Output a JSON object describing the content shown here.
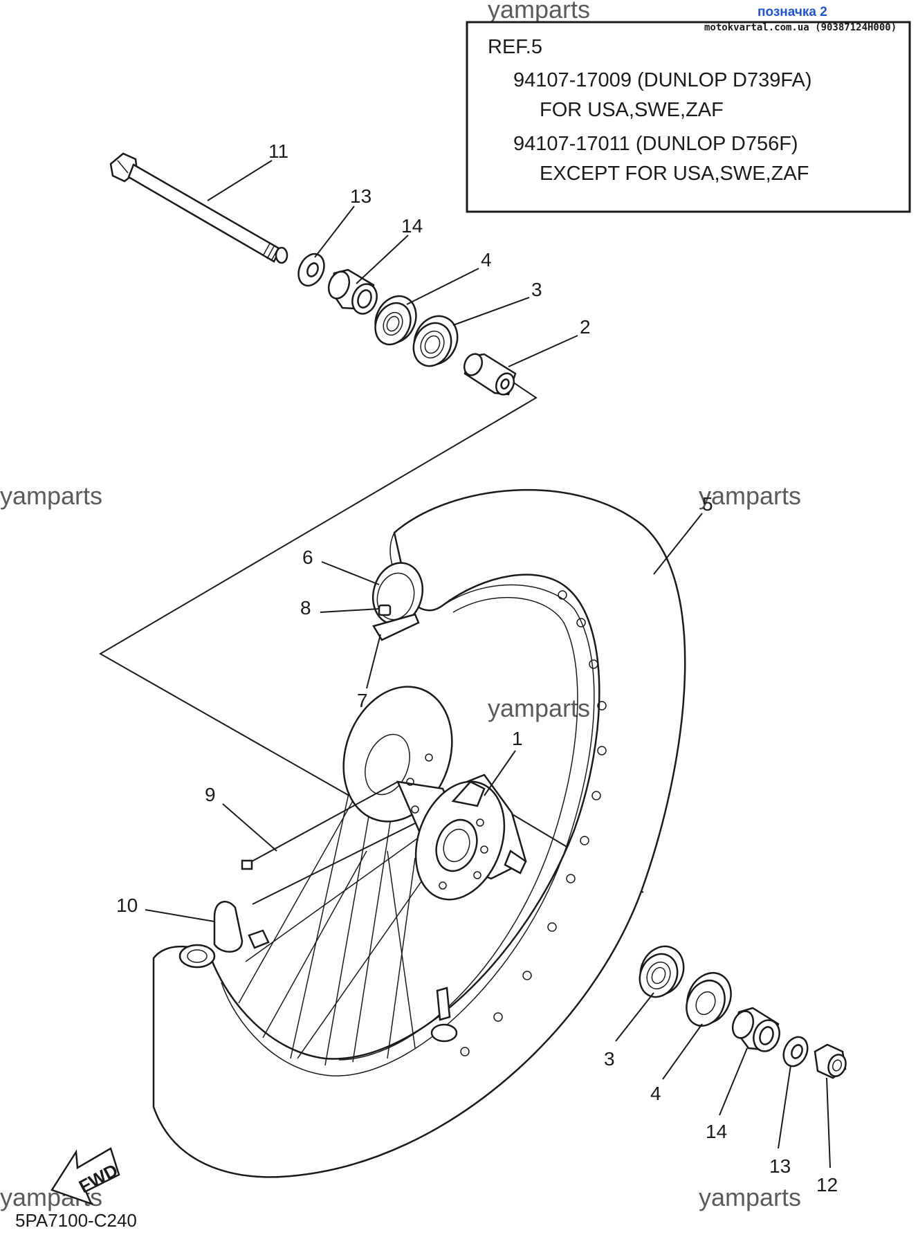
{
  "header": {
    "tag_label": "позначка 2",
    "tag_site": "motokvartal.com.ua (90387124H000)",
    "tag_color": "#2255cc"
  },
  "watermark": "yamparts",
  "ref_box": {
    "title": "REF.5",
    "lines": [
      "94107-17009 (DUNLOP D739FA)",
      "FOR USA,SWE,ZAF",
      "94107-17011 (DUNLOP D756F)",
      "EXCEPT FOR USA,SWE,ZAF"
    ]
  },
  "parts": {
    "p1": "1",
    "p2": "2",
    "p3a": "3",
    "p3b": "3",
    "p4a": "4",
    "p4b": "4",
    "p5": "5",
    "p6": "6",
    "p7": "7",
    "p8": "8",
    "p9": "9",
    "p10": "10",
    "p11": "11",
    "p12": "12",
    "p13a": "13",
    "p13b": "13",
    "p14a": "14",
    "p14b": "14"
  },
  "fwd_label": "FWD",
  "diagram_code": "5PA7100-C240"
}
